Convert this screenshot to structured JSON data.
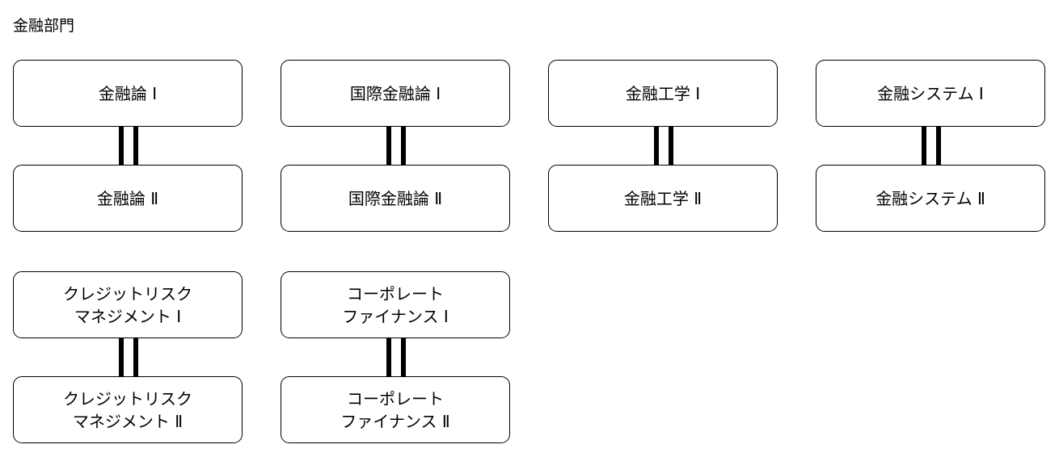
{
  "title": "金融部門",
  "pairs": [
    {
      "first": "金融論 Ⅰ",
      "second": "金融論 Ⅱ"
    },
    {
      "first": "国際金融論 Ⅰ",
      "second": "国際金融論 Ⅱ"
    },
    {
      "first": "金融工学 Ⅰ",
      "second": "金融工学 Ⅱ"
    },
    {
      "first": "金融システム Ⅰ",
      "second": "金融システム Ⅱ"
    },
    {
      "first": "クレジットリスク\nマネジメント Ⅰ",
      "second": "クレジットリスク\nマネジメント Ⅱ"
    },
    {
      "first": "コーポレート\nファイナンス Ⅰ",
      "second": "コーポレート\nファイナンス Ⅱ"
    }
  ]
}
